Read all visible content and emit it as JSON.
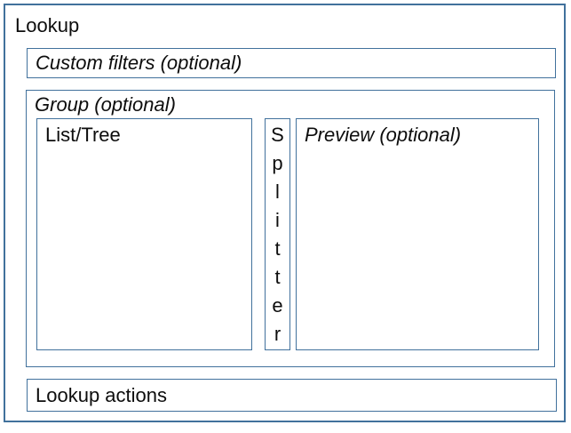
{
  "diagram": {
    "title": "Lookup",
    "custom_filters": {
      "label": "Custom filters (optional)"
    },
    "group": {
      "label": "Group (optional)",
      "list_tree": {
        "label": "List/Tree"
      },
      "splitter": {
        "word": "Splitter",
        "letters": [
          "S",
          "p",
          "l",
          "i",
          "t",
          "t",
          "e",
          "r"
        ]
      },
      "preview": {
        "label": "Preview (optional)"
      }
    },
    "actions": {
      "label": "Lookup actions"
    },
    "colors": {
      "border": "#41719C",
      "text": "#0D0D0D",
      "background": "#FFFFFF"
    }
  }
}
